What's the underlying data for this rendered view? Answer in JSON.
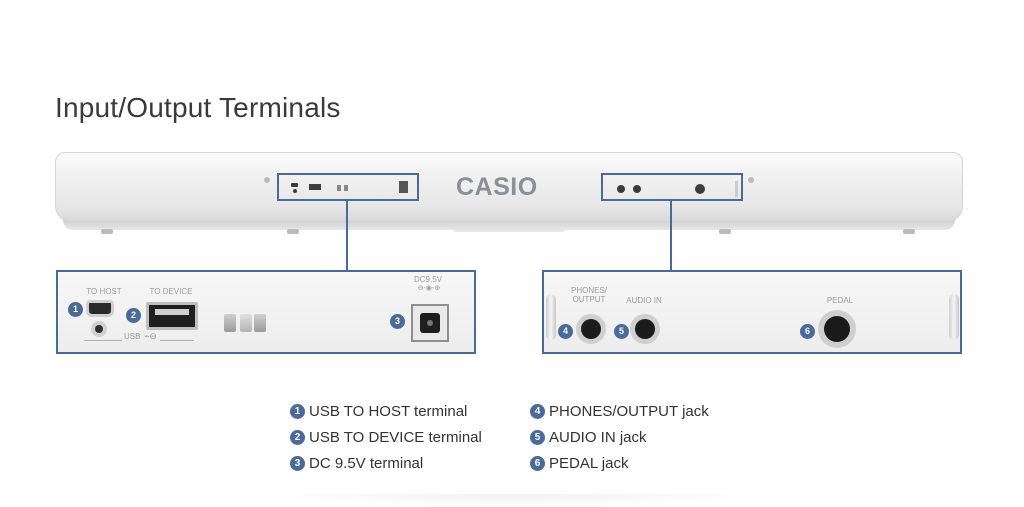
{
  "title": "Input/Output Terminals",
  "brand": "CASIO",
  "left_panel": {
    "to_host": "TO HOST",
    "to_device": "TO DEVICE",
    "usb": "USB",
    "dc": "DC9.5V"
  },
  "right_panel": {
    "phones_output": "PHONES/\nOUTPUT",
    "audio_in": "AUDIO IN",
    "pedal": "PEDAL"
  },
  "legend": [
    {
      "num": "1",
      "text": "USB TO HOST terminal"
    },
    {
      "num": "2",
      "text": "USB TO DEVICE terminal"
    },
    {
      "num": "3",
      "text": "DC 9.5V terminal"
    },
    {
      "num": "4",
      "text": "PHONES/OUTPUT jack"
    },
    {
      "num": "5",
      "text": "AUDIO IN jack"
    },
    {
      "num": "6",
      "text": "PEDAL jack"
    }
  ],
  "colors": {
    "accent": "#4a6a9a",
    "panel": "#ededed",
    "text": "#333333"
  }
}
